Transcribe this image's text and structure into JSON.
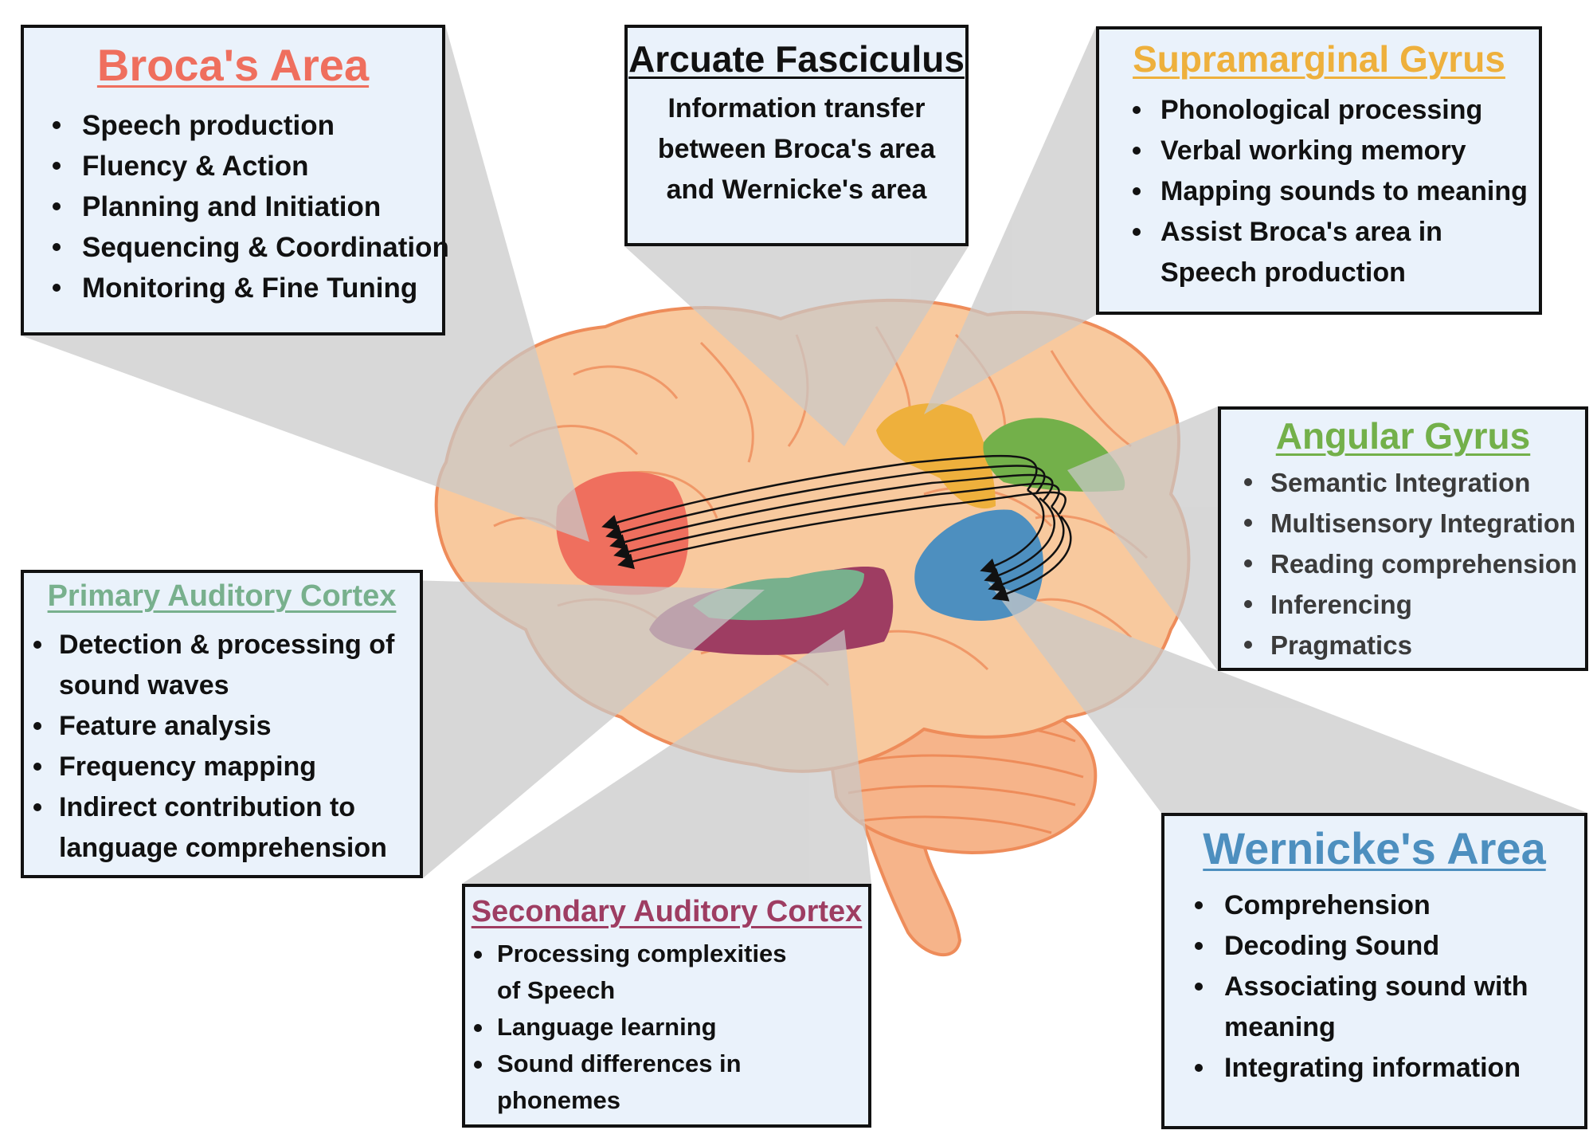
{
  "colors": {
    "broca": "#ef6f5e",
    "arcuate": "#111111",
    "supramarginal": "#eeb03c",
    "angular": "#73b04a",
    "primary_auditory": "#78b08d",
    "secondary_auditory": "#9e3d62",
    "wernicke": "#4d8fbf",
    "box_fill": "#eaf2fb",
    "brain": "#f8c99e",
    "cerebellum": "#f6b48a",
    "callout": "#c9c9c9"
  },
  "boxes": {
    "broca": {
      "title": "Broca's Area",
      "items": [
        "Speech production",
        "Fluency & Action",
        "Planning and Initiation",
        "Sequencing & Coordination",
        "Monitoring & Fine Tuning"
      ]
    },
    "arcuate": {
      "title": "Arcuate Fasciculus",
      "description": [
        "Information transfer",
        "between Broca's area",
        "and Wernicke's area"
      ]
    },
    "supramarginal": {
      "title": "Supramarginal Gyrus",
      "items": [
        "Phonological processing",
        "Verbal working memory",
        "Mapping sounds to meaning",
        "Assist Broca's area in Speech production"
      ]
    },
    "angular": {
      "title": "Angular Gyrus",
      "items": [
        "Semantic Integration",
        "Multisensory Integration",
        "Reading comprehension",
        "Inferencing",
        "Pragmatics"
      ]
    },
    "primary_auditory": {
      "title": "Primary Auditory Cortex",
      "items": [
        "Detection & processing of sound waves",
        "Feature analysis",
        "Frequency mapping",
        "Indirect contribution to language comprehension"
      ]
    },
    "secondary_auditory": {
      "title": "Secondary Auditory Cortex",
      "items": [
        "Processing complexities of Speech",
        "Language learning",
        "Sound differences in phonemes"
      ]
    },
    "wernicke": {
      "title": "Wernicke's Area",
      "items": [
        "Comprehension",
        "Decoding Sound",
        "Associating sound with meaning",
        "Integrating information"
      ]
    }
  }
}
